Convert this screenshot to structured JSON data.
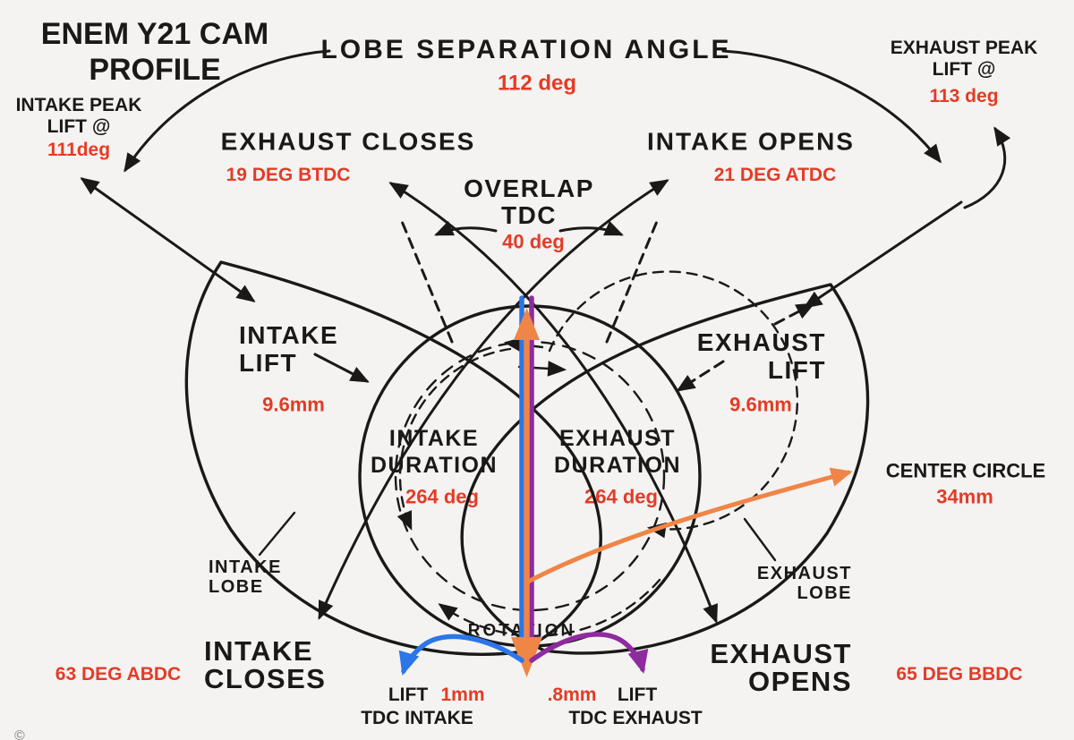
{
  "colors": {
    "ink": "#1b1917",
    "red": "#e43b26",
    "orange": "#ef8546",
    "blue": "#2b76e8",
    "purple": "#8e2b9e",
    "bg": "#f4f3f1"
  },
  "title": {
    "line1": "ENEM Y21 CAM",
    "line2": "PROFILE"
  },
  "lobe_separation": {
    "label": "LOBE SEPARATION ANGLE",
    "value": "112 deg"
  },
  "intake_peak_lift": {
    "label_line1": "INTAKE PEAK",
    "label_line2": "LIFT @",
    "value": "111deg"
  },
  "exhaust_peak_lift": {
    "label_line1": "EXHAUST PEAK",
    "label_line2": "LIFT @",
    "value": "113 deg"
  },
  "exhaust_closes": {
    "label": "EXHAUST CLOSES",
    "value": "19 DEG BTDC"
  },
  "intake_opens": {
    "label": "INTAKE OPENS",
    "value": "21 DEG ATDC"
  },
  "overlap": {
    "label_line1": "OVERLAP",
    "label_line2": "TDC",
    "value": "40 deg"
  },
  "intake_lift": {
    "label_line1": "INTAKE",
    "label_line2": "LIFT",
    "value": "9.6mm"
  },
  "exhaust_lift": {
    "label_line1": "EXHAUST",
    "label_line2": "LIFT",
    "value": "9.6mm"
  },
  "intake_duration": {
    "label_line1": "INTAKE",
    "label_line2": "DURATION",
    "value": "264 deg"
  },
  "exhaust_duration": {
    "label_line1": "EXHAUST",
    "label_line2": "DURATION",
    "value": "264 deg"
  },
  "center_circle": {
    "label": "CENTER CIRCLE",
    "value": "34mm"
  },
  "intake_lobe": {
    "label_line1": "INTAKE",
    "label_line2": "LOBE"
  },
  "exhaust_lobe": {
    "label_line1": "EXHAUST",
    "label_line2": "LOBE"
  },
  "intake_closes": {
    "label_line1": "INTAKE",
    "label_line2": "CLOSES",
    "value": "63 DEG ABDC"
  },
  "exhaust_opens": {
    "label_line1": "EXHAUST",
    "label_line2": "OPENS",
    "value": "65 DEG BBDC"
  },
  "rotation": {
    "label": "ROTATION"
  },
  "tdc_intake": {
    "lift_label": "LIFT",
    "value": "1mm",
    "label": "TDC INTAKE"
  },
  "tdc_exhaust": {
    "value": ".8mm",
    "lift_label": "LIFT",
    "label": "TDC EXHAUST"
  },
  "watermark": "©"
}
